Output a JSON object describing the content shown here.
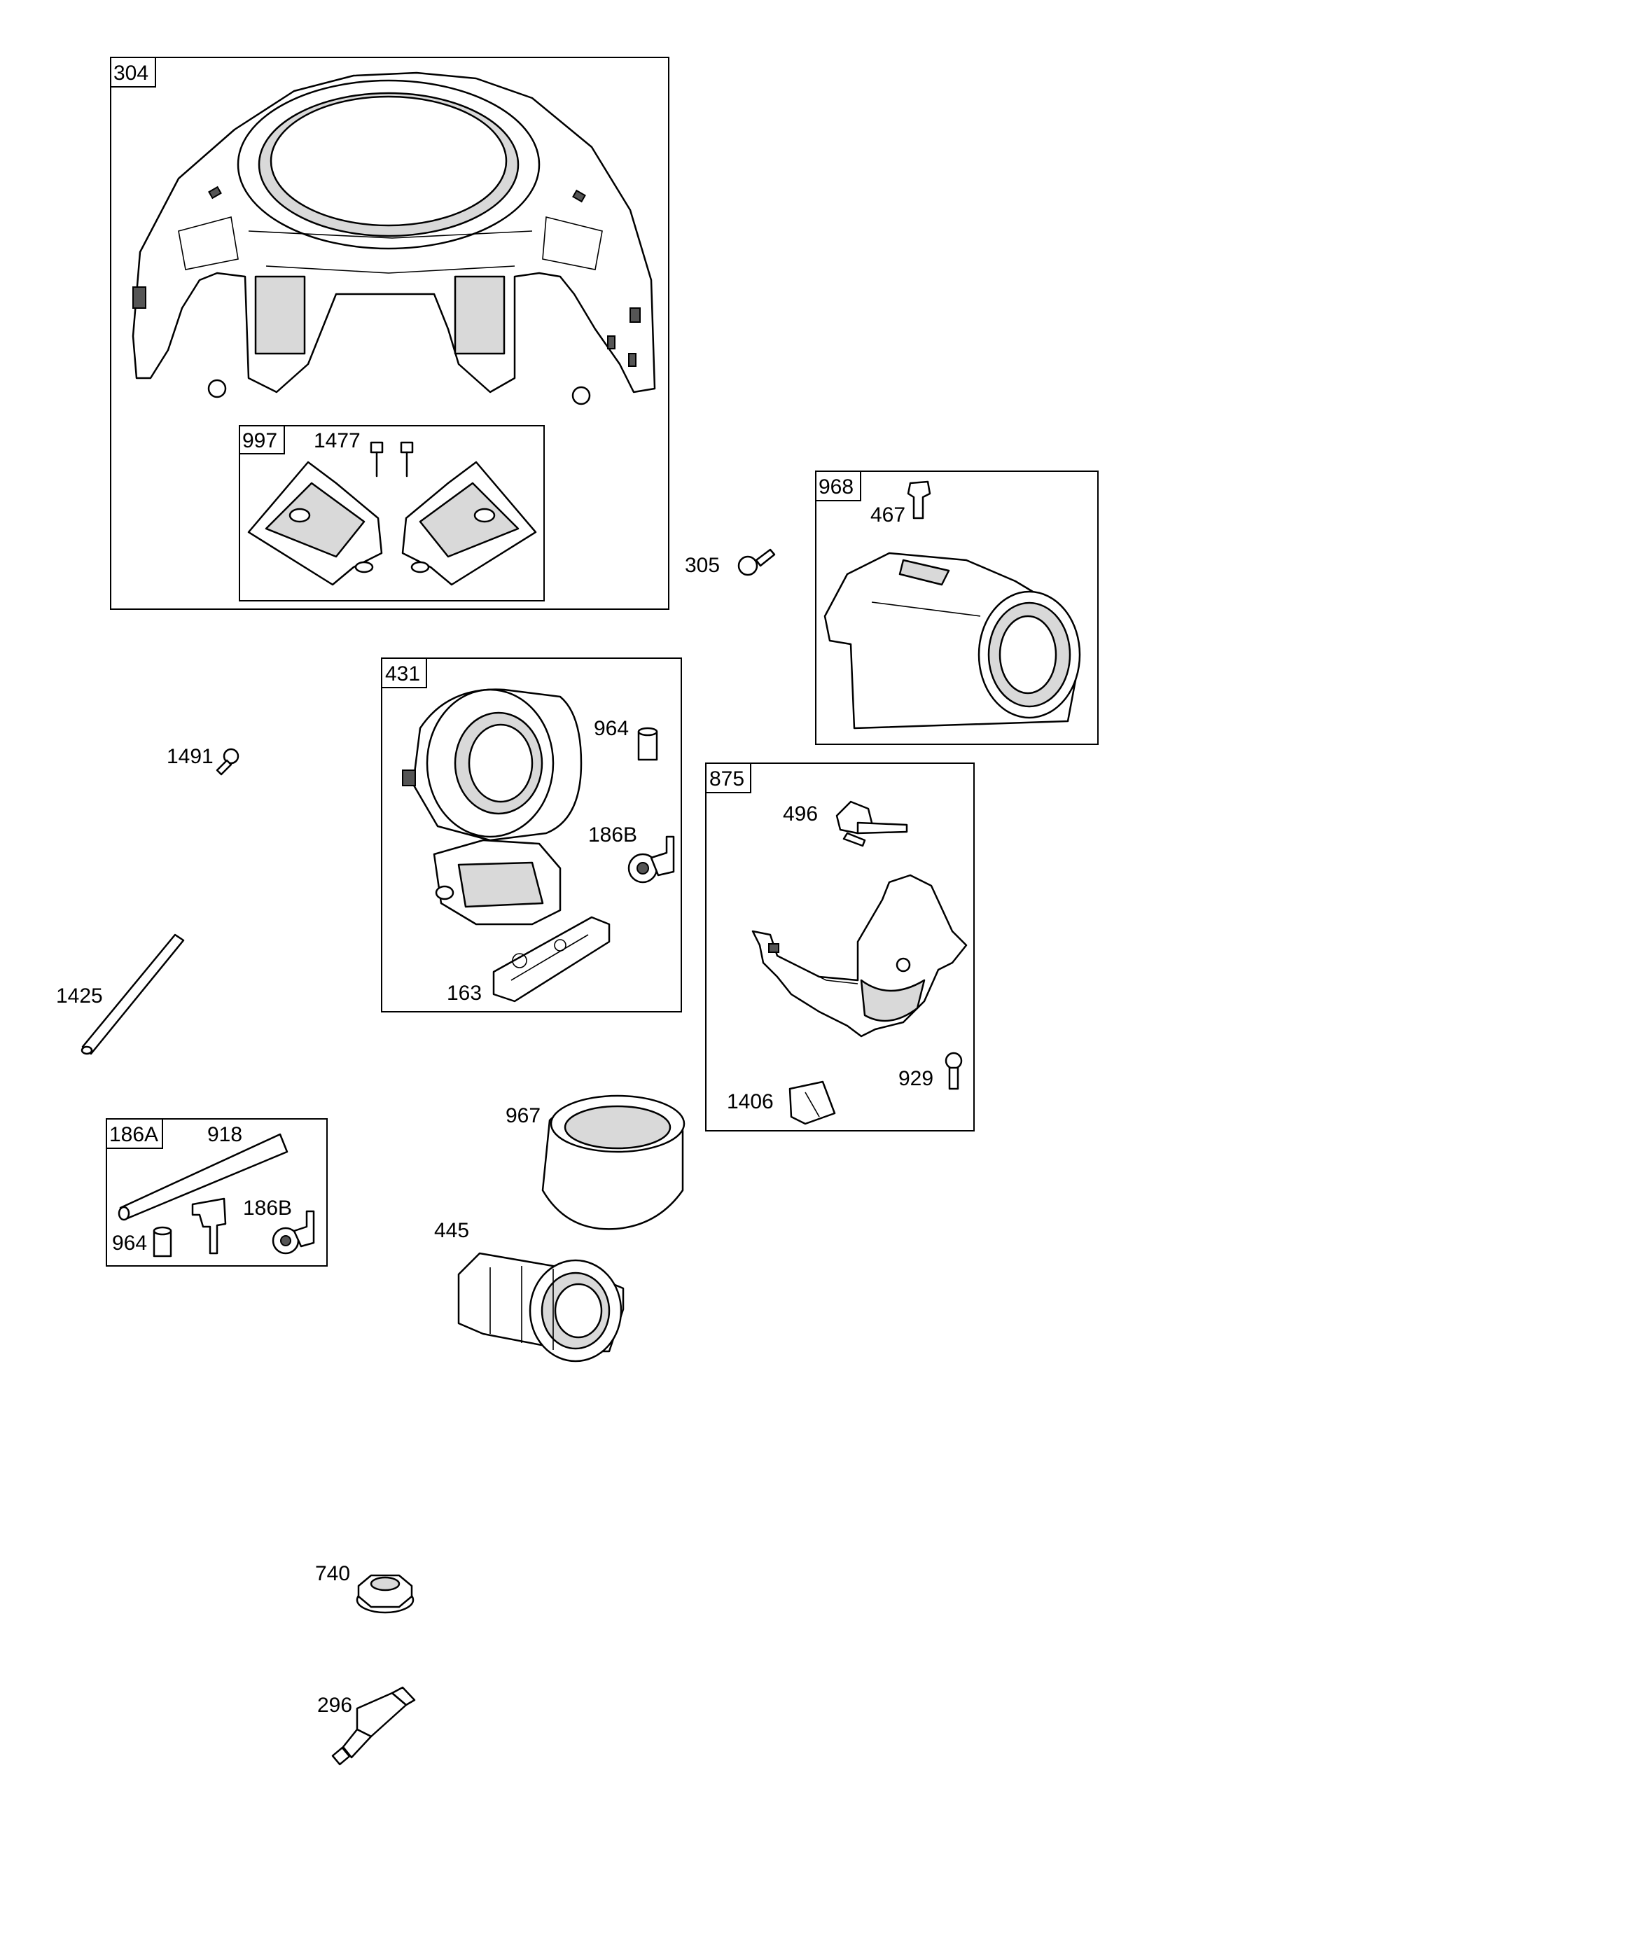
{
  "labels": {
    "l304": "304",
    "l997": "997",
    "l1477": "1477",
    "l968": "968",
    "l467": "467",
    "l305": "305",
    "l431": "431",
    "l964a": "964",
    "l186Ba": "186B",
    "l163": "163",
    "l1491": "1491",
    "l875": "875",
    "l496": "496",
    "l929": "929",
    "l1406": "1406",
    "l1425": "1425",
    "l186A": "186A",
    "l918": "918",
    "l964b": "964",
    "l186Bb": "186B",
    "l967": "967",
    "l445": "445",
    "l740": "740",
    "l296": "296"
  },
  "colors": {
    "line": "#000000",
    "background": "#ffffff",
    "shade": "#d9d9d9"
  }
}
